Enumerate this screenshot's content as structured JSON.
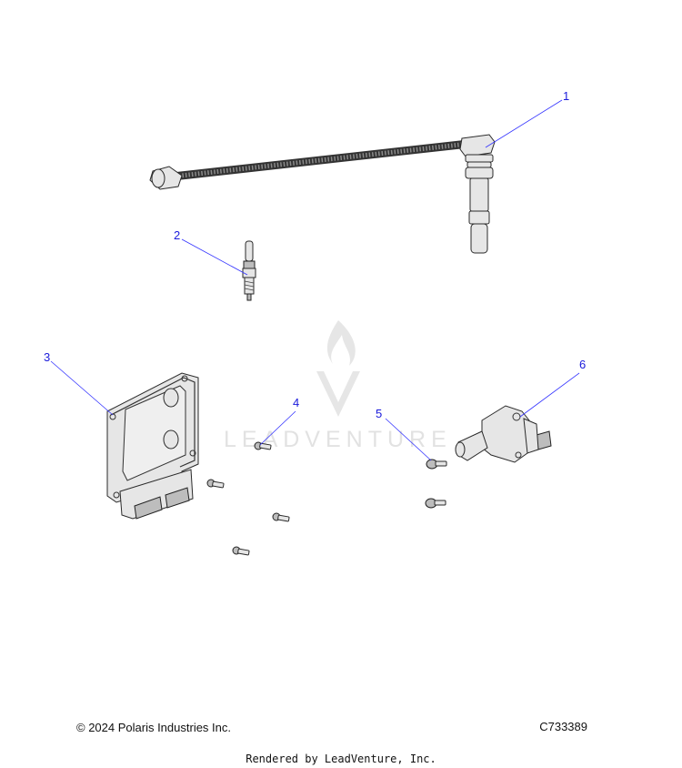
{
  "watermark": {
    "brand": "LEADVENTURE"
  },
  "callouts": [
    {
      "id": "1",
      "label": "1"
    },
    {
      "id": "2",
      "label": "2"
    },
    {
      "id": "3",
      "label": "3"
    },
    {
      "id": "4",
      "label": "4"
    },
    {
      "id": "5",
      "label": "5"
    },
    {
      "id": "6",
      "label": "6"
    }
  ],
  "footer": {
    "copyright": "© 2024 Polaris Industries Inc.",
    "diagram_id": "C733389",
    "rendered_by": "Rendered by LeadVenture, Inc."
  },
  "colors": {
    "callout": "#1a1adb",
    "leader": "#3333ff",
    "watermark": "#e2e2e2"
  }
}
